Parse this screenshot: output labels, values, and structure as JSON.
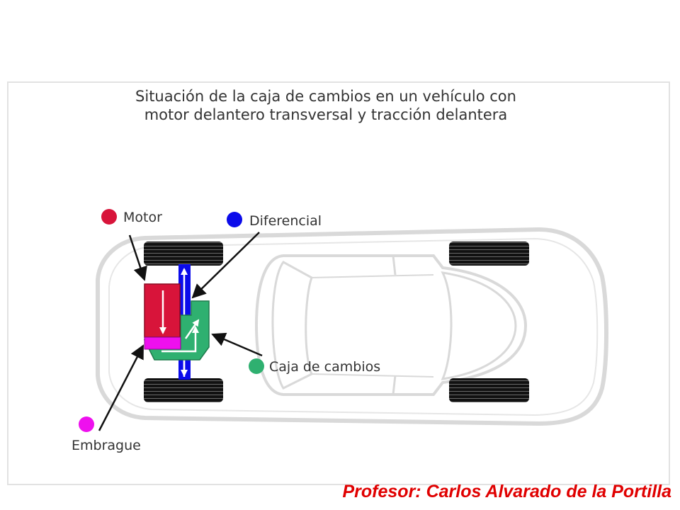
{
  "title": {
    "line1": "Situación de la caja de cambios en un vehículo con",
    "line2": "motor delantero transversal y tracción delantera"
  },
  "labels": {
    "motor": "Motor",
    "diferencial": "Diferencial",
    "caja": "Caja de cambios",
    "embrague": "Embrague"
  },
  "colors": {
    "motor": "#d8143a",
    "diferencial": "#0b0bea",
    "caja": "#2fb070",
    "embrague": "#ee10ee"
  },
  "footer": "Profesor: Carlos Alvarado de la Portilla"
}
